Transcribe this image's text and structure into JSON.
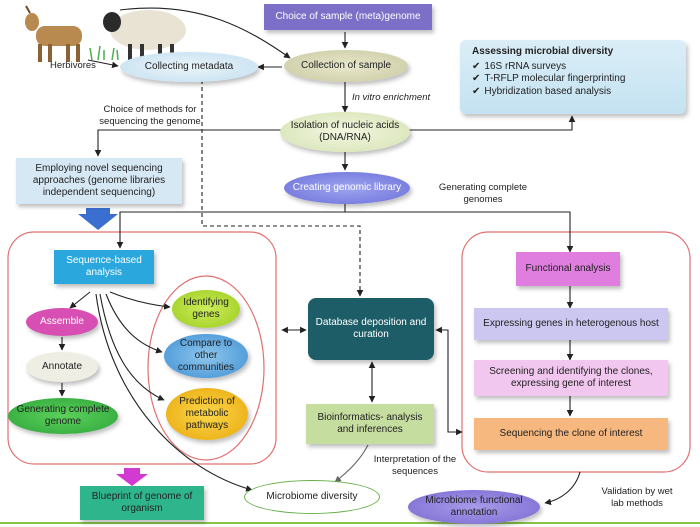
{
  "nodes": {
    "choice_of_sample": "Choice of sample (meta)genome",
    "collection_of_sample": "Collection of sample",
    "collecting_metadata": "Collecting metadata",
    "herbivores": "Herbivores",
    "isolation": "Isolation of nucleic acids (DNA/RNA)",
    "creating_library": "Creating genomic library",
    "novel_sequencing": "Employing novel sequencing approaches (genome libraries independent sequencing)",
    "sequence_based": "Sequence-based analysis",
    "assemble": "Assemble",
    "annotate": "Annotate",
    "generating_complete_genome": "Generating complete genome",
    "identifying_genes": "Identifying genes",
    "compare": "Compare to other communities",
    "prediction": "Prediction of metabolic pathways",
    "database": "Database deposition and curation",
    "bioinformatics": "Bioinformatics- analysis and inferences",
    "functional_analysis": "Functional analysis",
    "expressing_genes": "Expressing genes in heterogenous host",
    "screening": "Screening and identifying the clones, expressing gene of interest",
    "sequencing_clone": "Sequencing the clone of interest",
    "blueprint": "Blueprint of genome of organism",
    "microbiome_diversity": "Microbiome diversity",
    "microbiome_functional": "Microbiome functional annotation"
  },
  "assessing": {
    "title": "Assessing microbial diversity",
    "items": [
      "16S rRNA surveys",
      "T-RFLP molecular fingerprinting",
      "Hybridization based analysis"
    ]
  },
  "edge_labels": {
    "in_vitro": "In vitro enrichment",
    "choice_methods": "Choice of methods for sequencing the genome",
    "generating_genomes": "Generating complete genomes",
    "interpretation": "Interpretation of the sequences",
    "validation": "Validation by wet lab methods"
  }
}
